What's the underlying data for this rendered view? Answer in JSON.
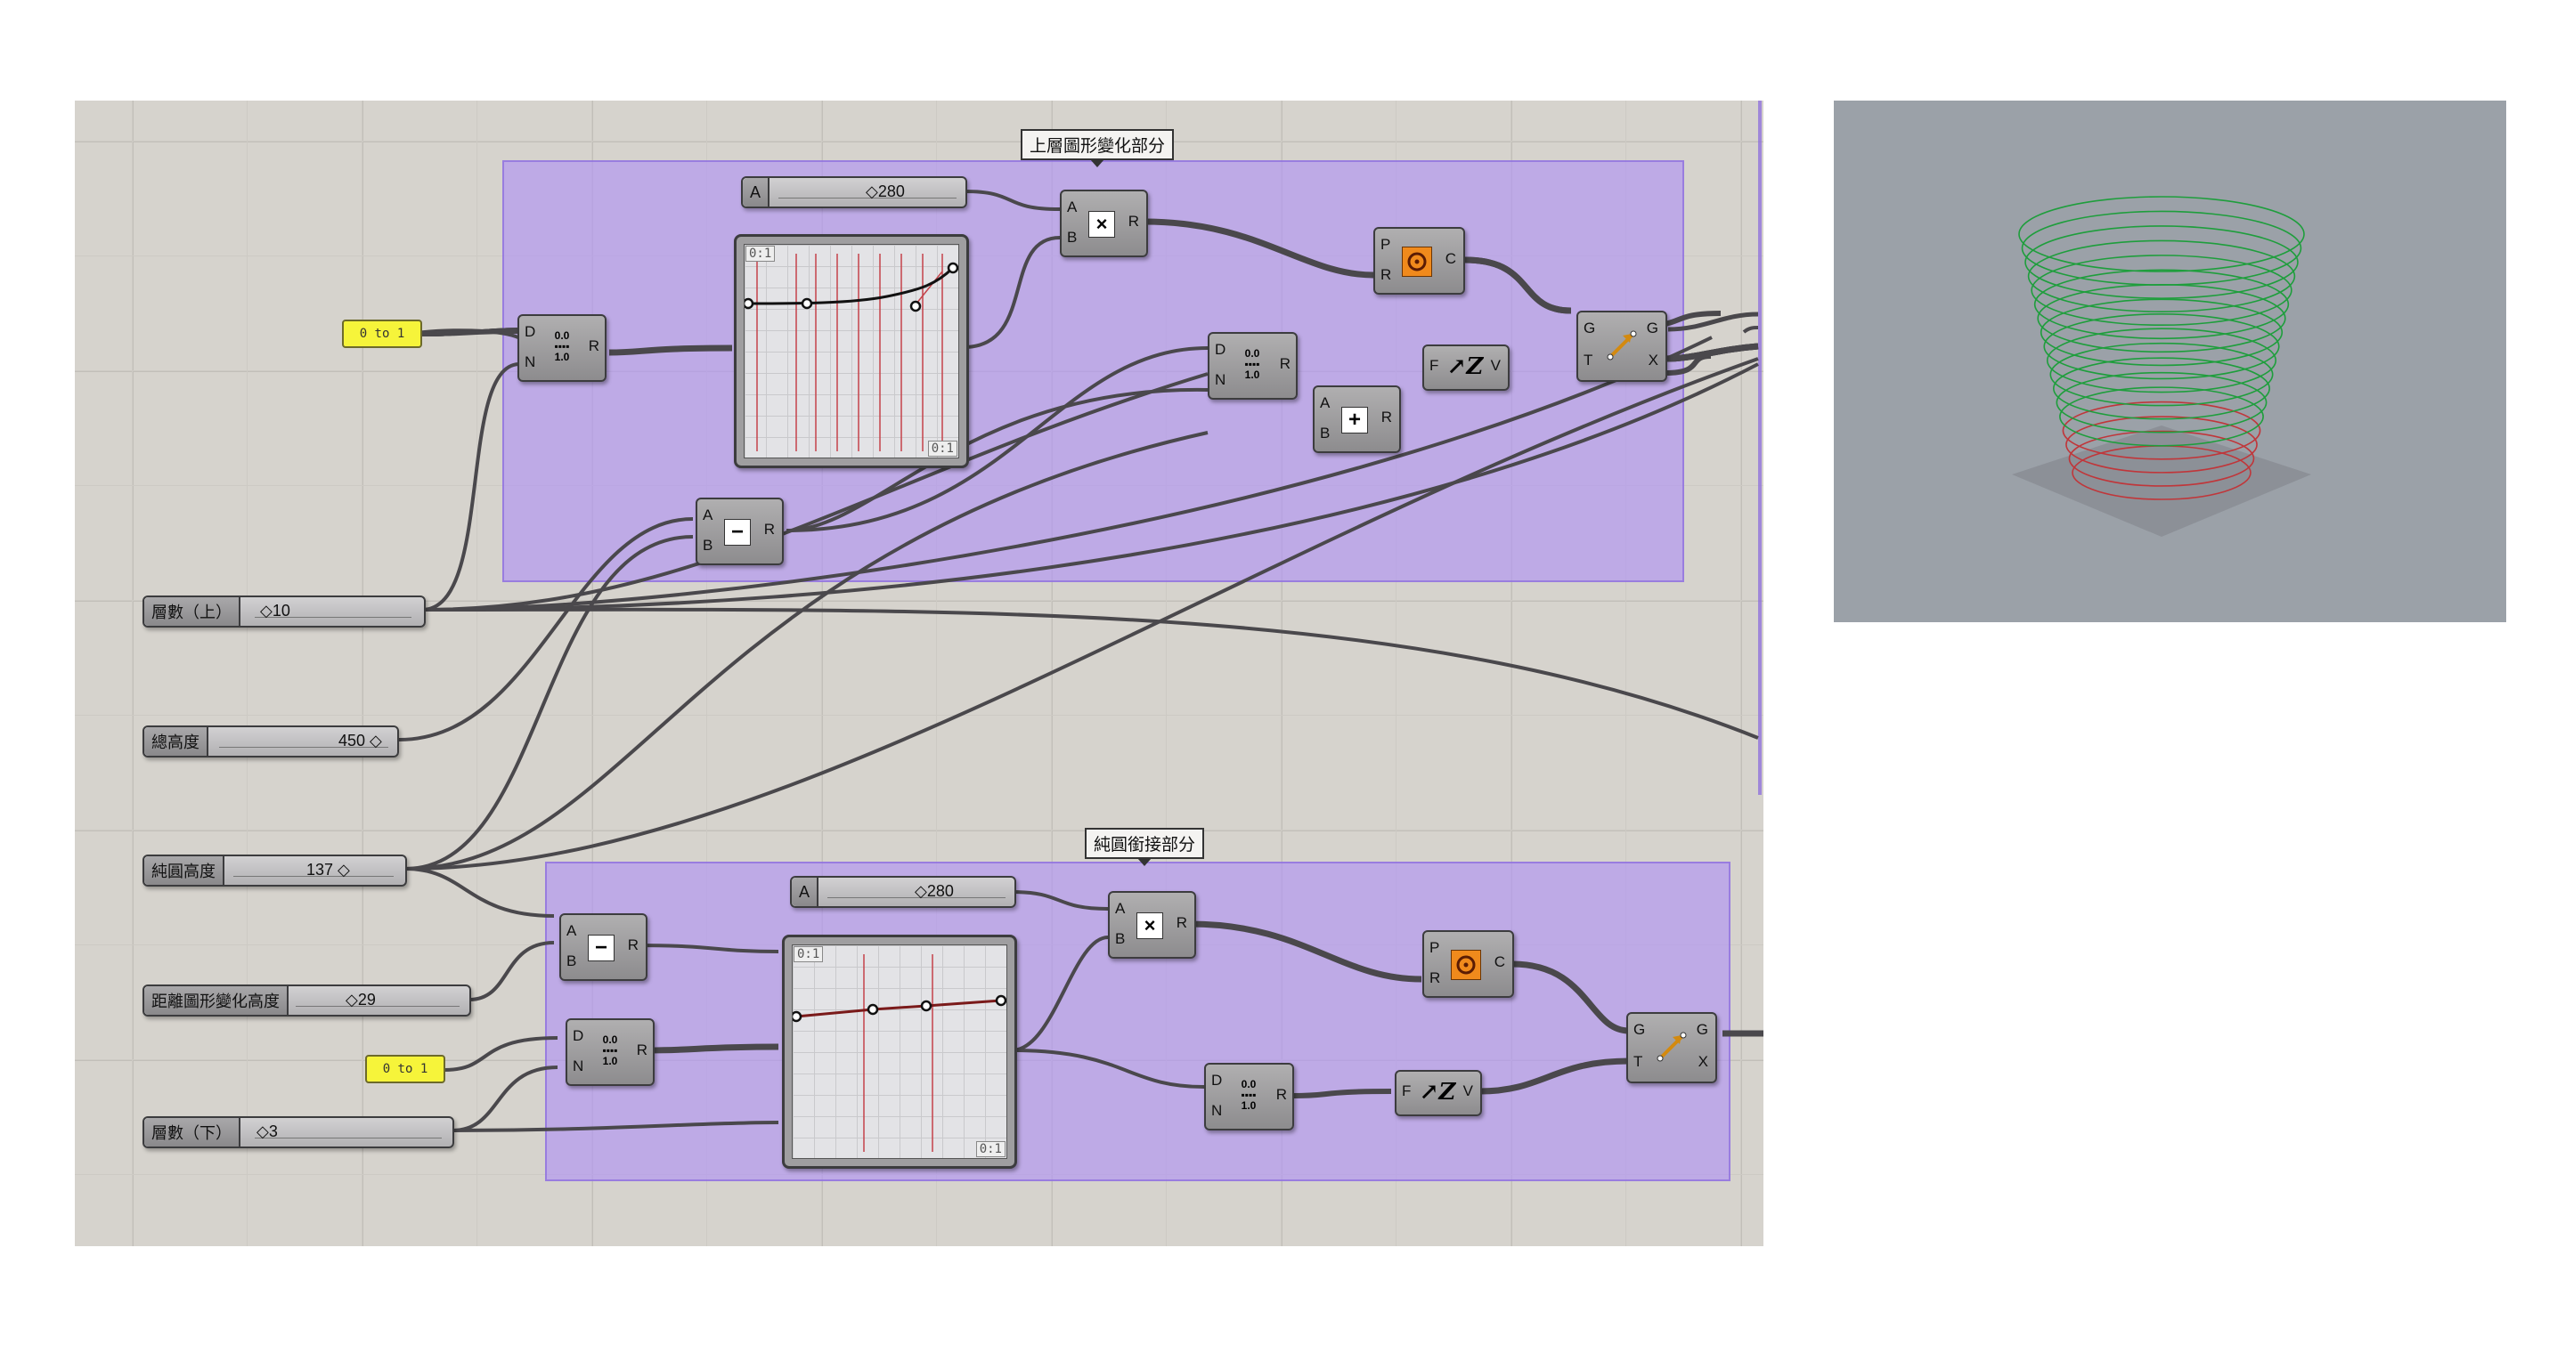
{
  "groups": {
    "upper_title": "上層圖形變化部分",
    "lower_title": "純圓銜接部分"
  },
  "sliders": {
    "upper_a": {
      "label": "A",
      "value": "280"
    },
    "lower_a": {
      "label": "A",
      "value": "280"
    },
    "layers_upper": {
      "label": "層數（上）",
      "value": "10"
    },
    "total_height": {
      "label": "總高度",
      "value": "450"
    },
    "pure_circle_height": {
      "label": "純圓高度",
      "value": "137"
    },
    "distance_height": {
      "label": "距離圖形變化高度",
      "value": "29"
    },
    "layers_lower": {
      "label": "層數（下）",
      "value": "3"
    }
  },
  "panels": {
    "upper_domain": "0 to 1",
    "lower_domain": "0 to 1"
  },
  "pins": {
    "D": "D",
    "N": "N",
    "R": "R",
    "A": "A",
    "B": "B",
    "P": "P",
    "C": "C",
    "G": "G",
    "T": "T",
    "X": "X",
    "F": "F",
    "V": "V"
  },
  "range_values": {
    "top": "0.0",
    "bottom": "1.0"
  },
  "graph_corners": {
    "top_left": "0:1",
    "bottom_right": "0:1"
  },
  "colors": {
    "group_fill": "#b296f2",
    "canvas": "#d6d3cd",
    "wire": "#4a484c",
    "panel": "#f6f43a",
    "circle_icon": "#f08a1c",
    "helix_green": "#1e9e3c",
    "helix_red": "#c0363a",
    "viewport": "#9ba1a8"
  },
  "icons": {
    "multiply": "multiply-icon",
    "subtract": "subtract-icon",
    "add": "add-icon",
    "circle": "circle-icon",
    "move": "move-icon",
    "unit_z": "unit-z-icon",
    "range": "range-icon"
  }
}
